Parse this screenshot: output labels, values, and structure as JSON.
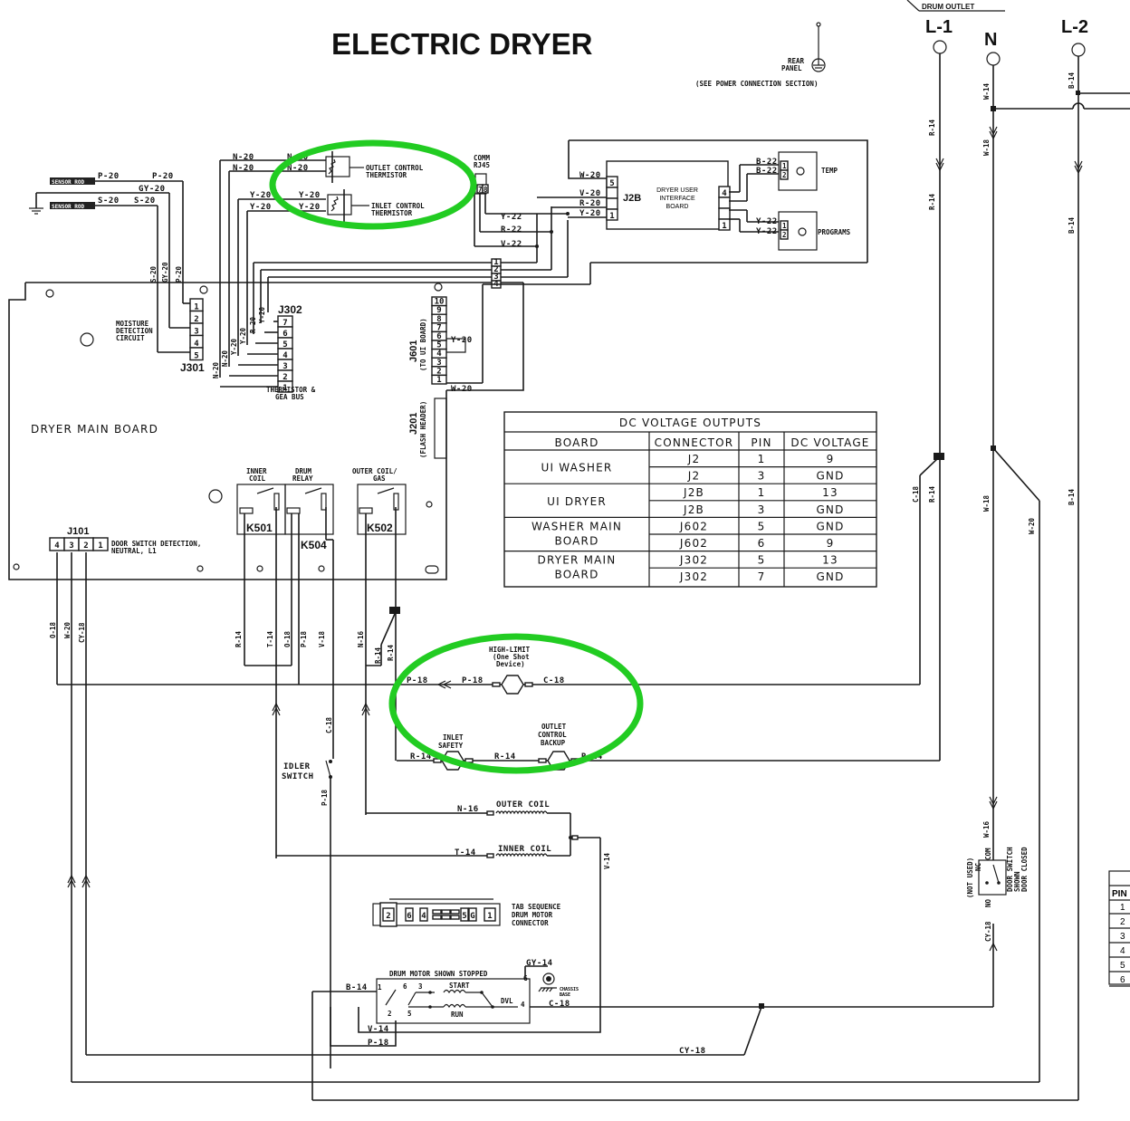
{
  "title": "ELECTRIC DRYER",
  "top_partial_label": "DRUM OUTLET",
  "ground": {
    "label1": "REAR",
    "label2": "PANEL",
    "note": "(SEE POWER CONNECTION SECTION)"
  },
  "power_terminals": [
    "L-1",
    "N",
    "L-2"
  ],
  "sensor_rods": [
    "SENSOR ROD",
    "SENSOR ROD"
  ],
  "wire_labels": {
    "p20": "P-20",
    "gy20": "GY-20",
    "s20": "S-20",
    "n20": "N-20",
    "y20": "Y-20",
    "r20": "R-20",
    "v20": "V-20",
    "w20": "W-20",
    "y22": "Y-22",
    "r22": "R-22",
    "v22": "V-22",
    "b22": "B-22",
    "r14": "R-14",
    "t14": "T-14",
    "o18": "O-18",
    "p18": "P-18",
    "v18": "V-18",
    "n16": "N-16",
    "c18": "C-18",
    "w14": "W-14",
    "w18": "W-18",
    "b14": "B-14",
    "cy18": "CY-18",
    "v14": "V-14",
    "gy14": "GY-14",
    "w16": "W-16"
  },
  "thermistors": {
    "outlet": [
      "OUTLET CONTROL",
      "THERMISTOR"
    ],
    "inlet": [
      "INLET CONTROL",
      "THERMISTOR"
    ]
  },
  "comm": [
    "COMM",
    "RJ45"
  ],
  "comm_pins": [
    "7",
    "8"
  ],
  "ui_board": {
    "connector": "J2B",
    "name": [
      "DRYER USER",
      "INTERFACE",
      "BOARD"
    ],
    "pins_left": [
      "5",
      "",
      "",
      "1"
    ],
    "pins_right": [
      "4",
      "",
      "",
      "1"
    ]
  },
  "temp": {
    "label": "TEMP",
    "pins": [
      "1",
      "2"
    ]
  },
  "programs": {
    "label": "PROGRAMS",
    "pins": [
      "1",
      "2"
    ]
  },
  "bus_pins": [
    "1",
    "2",
    "3",
    "4"
  ],
  "main_board": {
    "label": "DRYER MAIN BOARD"
  },
  "moisture": {
    "label": [
      "MOISTURE",
      "DETECTION",
      "CIRCUIT"
    ],
    "connector": "J301",
    "pins": [
      "1",
      "2",
      "3",
      "4",
      "5"
    ]
  },
  "j302": {
    "connector": "J302",
    "pins": [
      "7",
      "6",
      "5",
      "4",
      "3",
      "2",
      "1"
    ],
    "label": [
      "THERMISTOR &",
      "GEA BUS"
    ]
  },
  "j601": {
    "connector": "J601",
    "sub": "(TO UI BOARD)",
    "pins": [
      "10",
      "9",
      "8",
      "7",
      "6",
      "5",
      "4",
      "3",
      "2",
      "1"
    ]
  },
  "j201": {
    "connector": "J201",
    "sub": "(FLASH HEADER)"
  },
  "relays": [
    {
      "id": "K501",
      "label": [
        "INNER",
        "COIL"
      ]
    },
    {
      "id": "K504",
      "label": [
        "DRUM",
        "RELAY"
      ]
    },
    {
      "id": "K502",
      "label": [
        "OUTER COIL/",
        "GAS"
      ]
    }
  ],
  "j101": {
    "connector": "J101",
    "pins": [
      "4",
      "3",
      "2",
      "1"
    ],
    "label": [
      "DOOR SWITCH DETECTION,",
      "NEUTRAL, L1"
    ]
  },
  "dc_table": {
    "title": "DC VOLTAGE OUTPUTS",
    "headers": [
      "BOARD",
      "CONNECTOR",
      "PIN",
      "DC VOLTAGE"
    ],
    "groups": [
      {
        "board": [
          "UI WASHER"
        ],
        "rows": [
          [
            "J2",
            "1",
            "9"
          ],
          [
            "J2",
            "3",
            "GND"
          ]
        ]
      },
      {
        "board": [
          "UI DRYER"
        ],
        "rows": [
          [
            "J2B",
            "1",
            "13"
          ],
          [
            "J2B",
            "3",
            "GND"
          ]
        ]
      },
      {
        "board": [
          "WASHER MAIN",
          "BOARD"
        ],
        "rows": [
          [
            "J602",
            "5",
            "GND"
          ],
          [
            "J602",
            "6",
            "9"
          ]
        ]
      },
      {
        "board": [
          "DRYER MAIN",
          "BOARD"
        ],
        "rows": [
          [
            "J302",
            "5",
            "13"
          ],
          [
            "J302",
            "7",
            "GND"
          ]
        ]
      }
    ]
  },
  "high_limit": [
    "HIGH-LIMIT",
    "(One Shot",
    "Device)"
  ],
  "inlet_safety": [
    "INLET",
    "SAFETY"
  ],
  "outlet_backup": [
    "OUTLET",
    "CONTROL",
    "BACKUP"
  ],
  "idler_switch": [
    "IDLER",
    "SWITCH"
  ],
  "outer_coil": "OUTER COIL",
  "inner_coil": "INNER COIL",
  "tab_sequence": {
    "label": [
      "TAB SEQUENCE",
      "DRUM MOTOR",
      "CONNECTOR"
    ],
    "tabs": [
      "2",
      "6",
      "4",
      "5",
      "G",
      "1"
    ]
  },
  "drum_motor": {
    "label": "DRUM MOTOR SHOWN STOPPED",
    "start": "START",
    "run": "RUN",
    "dvl": "DVL",
    "ground_label": [
      "CHASSIS",
      "BASE"
    ],
    "pins": [
      "1",
      "6",
      "3",
      "2",
      "5",
      "4",
      "G"
    ]
  },
  "door_switch": {
    "not_used": "(NOT USED)",
    "nc": "NC",
    "com": "COM",
    "no": "NO",
    "label": [
      "DOOR SWITCH",
      "SHOWN",
      "DOOR CLOSED"
    ]
  },
  "partial_table": {
    "header": "PIN",
    "rows": [
      "1",
      "2",
      "3",
      "4",
      "5",
      "6"
    ]
  },
  "highlight_color": "#22cc22"
}
